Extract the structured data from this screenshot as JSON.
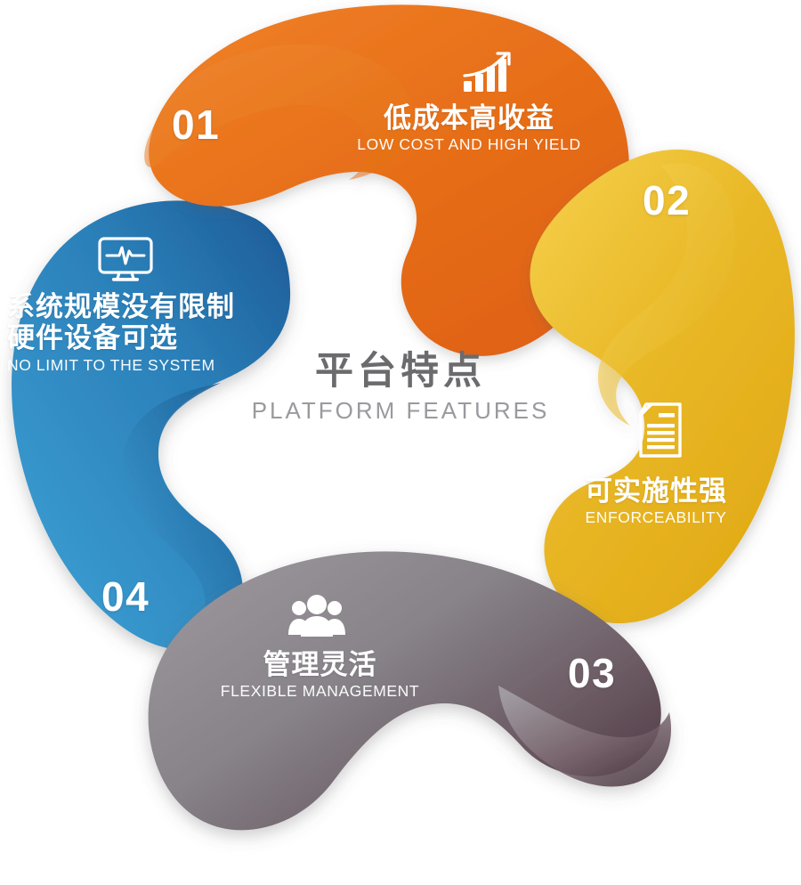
{
  "diagram": {
    "type": "pinwheel-circular-infographic",
    "center": {
      "title_cn": "平台特点",
      "title_en": "PLATFORM FEATURES",
      "title_color": "#6b6b6e",
      "subtitle_color": "#9a9a9e"
    },
    "segments": [
      {
        "number": "01",
        "title_cn": "低成本高收益",
        "title_en": "LOW COST AND HIGH YIELD",
        "icon": "bar-chart-growth-icon",
        "color": "#E8701A",
        "color_light": "#EE7E28",
        "color_dark": "#DC5F12",
        "position": "top"
      },
      {
        "number": "02",
        "title_cn": "可实施性强",
        "title_en": "ENFORCEABILITY",
        "icon": "document-lines-icon",
        "color": "#E8B423",
        "color_light": "#F2C83C",
        "color_dark": "#D9A515",
        "position": "right"
      },
      {
        "number": "03",
        "title_cn": "管理灵活",
        "title_en": "FLEXIBLE MANAGEMENT",
        "icon": "people-group-icon",
        "color": "#87848A",
        "color_light": "#9B979D",
        "color_dark": "#4A3640",
        "position": "bottom"
      },
      {
        "number": "04",
        "title_cn_line1": "系统规模没有限制",
        "title_cn_line2": "硬件设备可选",
        "title_en": "NO LIMIT TO THE SYSTEM",
        "icon": "monitor-pulse-icon",
        "color": "#2B8CC4",
        "color_light": "#3C9BD1",
        "color_dark": "#1B5E96",
        "position": "left"
      }
    ]
  }
}
